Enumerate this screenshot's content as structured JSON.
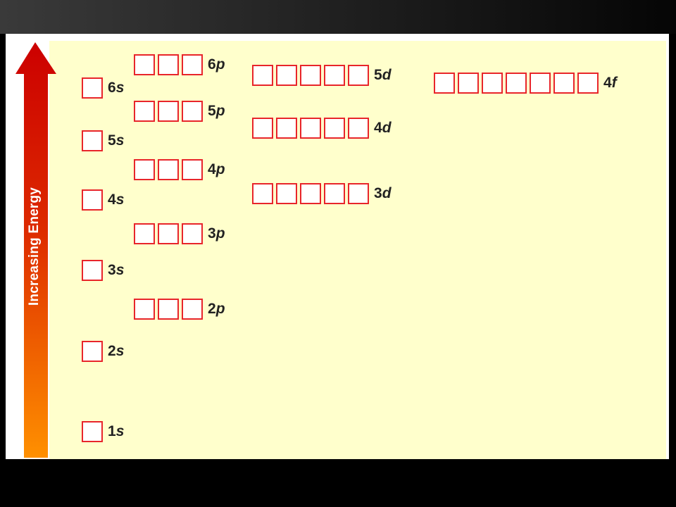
{
  "axis": {
    "label": "Increasing Energy"
  },
  "colors": {
    "arrow_top": "#cc0000",
    "arrow_bottom": "#ff9000",
    "box_border": "#e8252a",
    "panel": "#ffffcc"
  },
  "orbitals": [
    {
      "n": "1",
      "l": "s",
      "boxes": 1
    },
    {
      "n": "2",
      "l": "s",
      "boxes": 1
    },
    {
      "n": "2",
      "l": "p",
      "boxes": 3
    },
    {
      "n": "3",
      "l": "s",
      "boxes": 1
    },
    {
      "n": "3",
      "l": "p",
      "boxes": 3
    },
    {
      "n": "4",
      "l": "s",
      "boxes": 1
    },
    {
      "n": "3",
      "l": "d",
      "boxes": 5
    },
    {
      "n": "4",
      "l": "p",
      "boxes": 3
    },
    {
      "n": "5",
      "l": "s",
      "boxes": 1
    },
    {
      "n": "4",
      "l": "d",
      "boxes": 5
    },
    {
      "n": "5",
      "l": "p",
      "boxes": 3
    },
    {
      "n": "6",
      "l": "s",
      "boxes": 1
    },
    {
      "n": "4",
      "l": "f",
      "boxes": 7
    },
    {
      "n": "5",
      "l": "d",
      "boxes": 5
    },
    {
      "n": "6",
      "l": "p",
      "boxes": 3
    }
  ]
}
